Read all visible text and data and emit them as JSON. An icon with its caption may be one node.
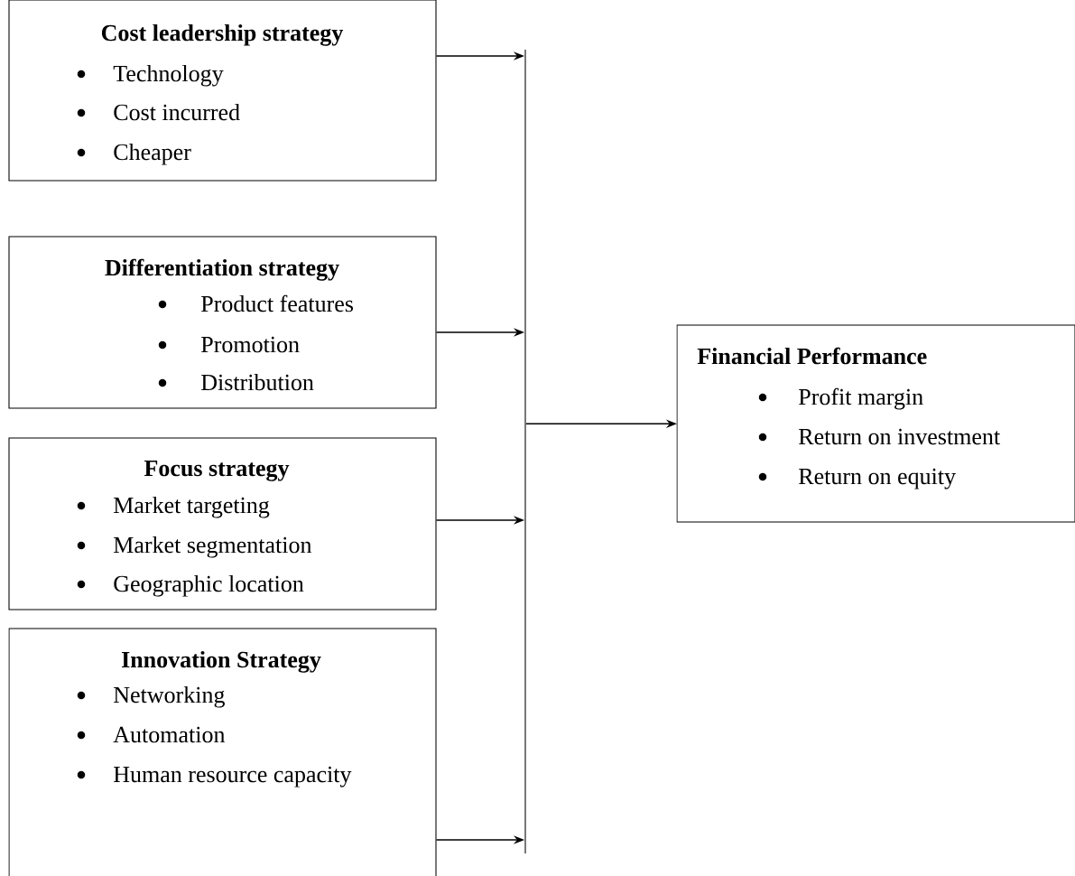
{
  "diagram": {
    "nodes": [
      {
        "text": [
          "Cost leadership strategy",
          "Technology",
          "Cost incurred",
          "Cheaper"
        ]
      },
      {
        "text": [
          "Differentiation strategy",
          "Product features",
          "Promotion",
          "Distribution"
        ]
      },
      {
        "text": [
          "Focus strategy",
          "Market targeting",
          "Market segmentation",
          "Geographic location"
        ]
      },
      {
        "text": [
          "Innovation Strategy",
          "Networking",
          "Automation",
          "Human resource capacity"
        ]
      },
      {
        "text": [],
        "shape": "bar"
      },
      {
        "text": [
          "Financial Performance",
          "Profit margin",
          "Return on investment",
          "Return on equity"
        ]
      }
    ],
    "edges": [
      {
        "from": 0,
        "to": 4,
        "arrow": "to"
      },
      {
        "from": 1,
        "to": 4,
        "arrow": "to"
      },
      {
        "from": 2,
        "to": 4,
        "arrow": "to"
      },
      {
        "from": 3,
        "to": 4,
        "arrow": "to"
      },
      {
        "from": 4,
        "to": 5,
        "arrow": "to"
      }
    ]
  }
}
